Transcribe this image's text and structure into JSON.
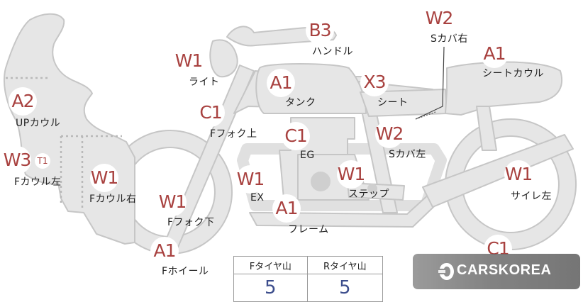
{
  "parts": [
    {
      "id": "up-cowl",
      "code": "A2",
      "label": "UPカウル"
    },
    {
      "id": "f-cowl-left",
      "code": "W3",
      "sub": "T1",
      "label": "Fカウル左"
    },
    {
      "id": "f-cowl-right",
      "code": "W1",
      "label": "Fカウル右"
    },
    {
      "id": "light",
      "code": "W1",
      "label": "ライト"
    },
    {
      "id": "handle",
      "code": "B3",
      "label": "ハンドル"
    },
    {
      "id": "f-fork-upper",
      "code": "C1",
      "label": "Fフォク上"
    },
    {
      "id": "tank",
      "code": "A1",
      "label": "タンク"
    },
    {
      "id": "eg",
      "code": "C1",
      "label": "EG"
    },
    {
      "id": "seat",
      "code": "X3",
      "label": "シート"
    },
    {
      "id": "s-cover-right",
      "code": "W2",
      "label": "Sカバ右"
    },
    {
      "id": "seat-cowl",
      "code": "A1",
      "label": "シートカウル"
    },
    {
      "id": "s-cover-left",
      "code": "W2",
      "label": "Sカバ左"
    },
    {
      "id": "ex",
      "code": "W1",
      "label": "EX"
    },
    {
      "id": "step",
      "code": "W1",
      "label": "ステップ"
    },
    {
      "id": "frame",
      "code": "A1",
      "label": "フレーム"
    },
    {
      "id": "f-fork-lower",
      "code": "W1",
      "label": "Fフォク下"
    },
    {
      "id": "f-wheel",
      "code": "A1",
      "label": "Fホイール"
    },
    {
      "id": "silencer-left",
      "code": "W1",
      "label": "サイレ左"
    },
    {
      "id": "rear-wheel",
      "code": "C1",
      "label": ""
    }
  ],
  "tire_table": {
    "front_header": "Fタイヤ山",
    "rear_header": "Rタイヤ山",
    "front_value": "5",
    "rear_value": "5"
  },
  "watermark": {
    "text": "CARSKOREA",
    "icon": "carskorea-logo-icon"
  },
  "colors": {
    "code_red": "#a8413f",
    "part_fill": "#e6e6e6",
    "part_stroke": "#c4c4c4",
    "table_value_blue": "#3c4d8c"
  }
}
